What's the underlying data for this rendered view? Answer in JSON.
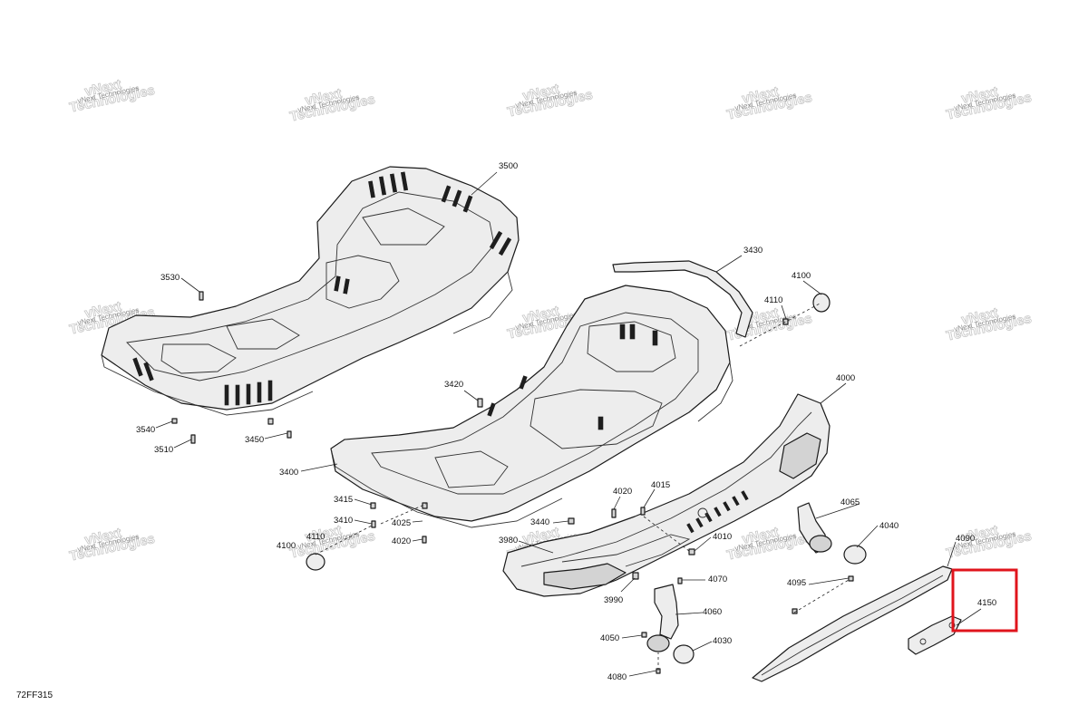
{
  "watermark": {
    "line1": "vNext",
    "line2": "Technologies",
    "full": "vNext Technologies"
  },
  "reference_code": "72FF315",
  "callouts": {
    "c3500": "3500",
    "c3530": "3530",
    "c3540": "3540",
    "c3510": "3510",
    "c3450": "3450",
    "c3430": "3430",
    "c4100a": "4100",
    "c4110a": "4110",
    "c3420": "3420",
    "c4000": "4000",
    "c3400": "3400",
    "c3415": "3415",
    "c3410": "3410",
    "c4025": "4025",
    "c4110b": "4110",
    "c4100b": "4100",
    "c4020a": "4020",
    "c3440": "3440",
    "c4020b": "4020",
    "c4015": "4015",
    "c4065": "4065",
    "c4040": "4040",
    "c4010": "4010",
    "c3980": "3980",
    "c4090": "4090",
    "c4070": "4070",
    "c4095": "4095",
    "c3990": "3990",
    "c4060": "4060",
    "c4150": "4150",
    "c4050": "4050",
    "c4030": "4030",
    "c4080": "4080"
  },
  "highlighted_part": "4150",
  "highlight_color": "#e0141c"
}
